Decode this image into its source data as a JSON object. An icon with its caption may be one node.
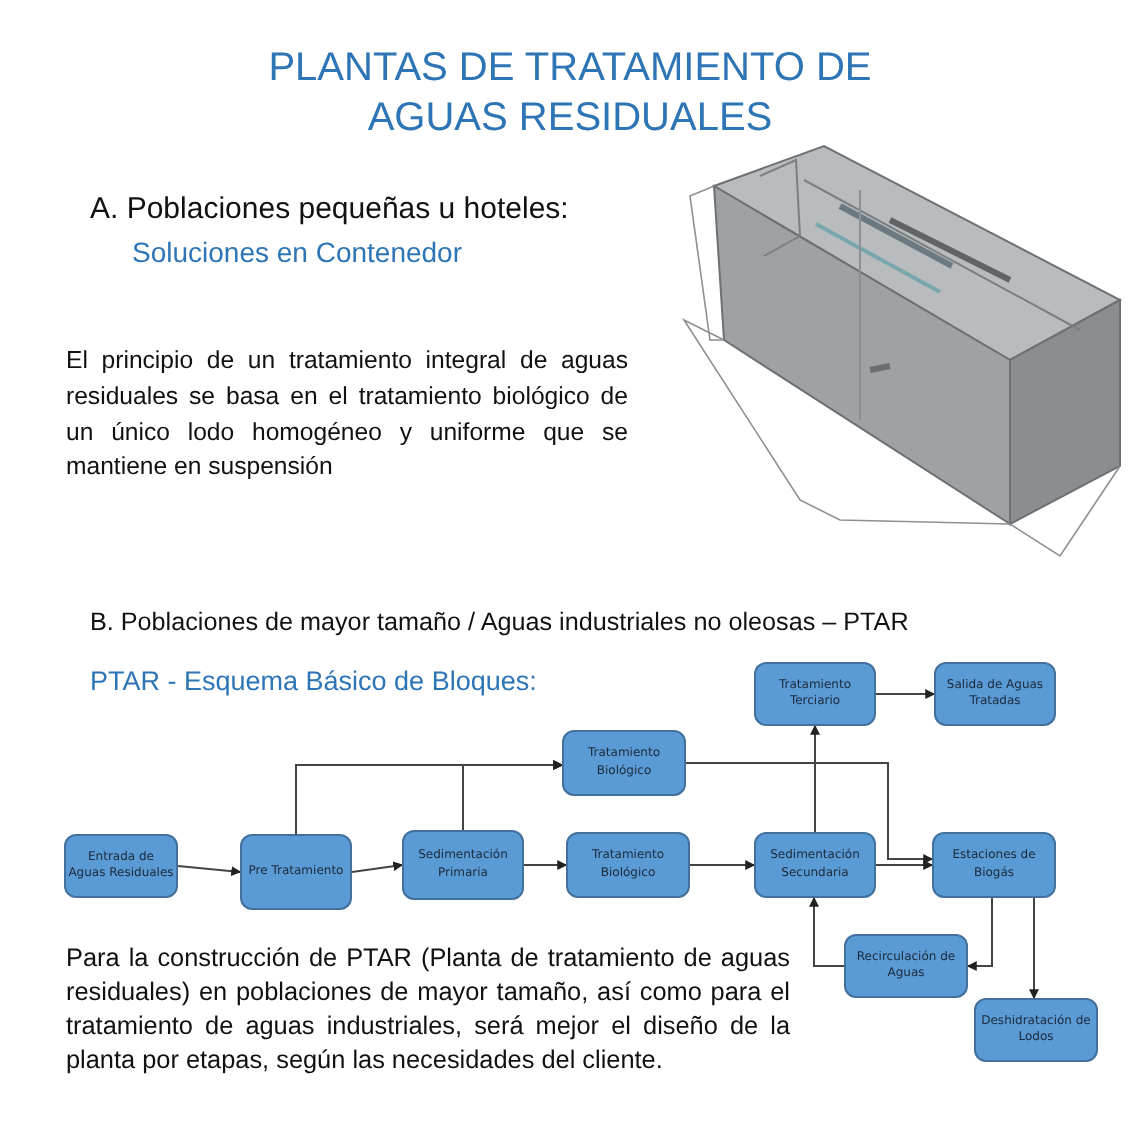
{
  "diagram": {
    "title": "PLANTAS DE TRATAMIENTO DE AGUAS RESIDUALES",
    "nodes": [
      {
        "text": [
          "Entrada de Aguas Residuales"
        ]
      },
      {
        "text": [
          "Pre Tratamiento"
        ]
      },
      {
        "text": [
          "Sedimentación Primaria"
        ]
      },
      {
        "text": [
          "Tratamiento Biológico"
        ]
      },
      {
        "text": [
          "Tratamiento Biológico"
        ]
      },
      {
        "text": [
          "Tratamiento Terciario"
        ]
      },
      {
        "text": [
          "Salida de Aguas Tratadas"
        ]
      },
      {
        "text": [
          "Sedimentación Secundaria"
        ]
      },
      {
        "text": [
          "Estaciones de Biogás"
        ]
      },
      {
        "text": [
          "Recirculación de Aguas"
        ]
      },
      {
        "text": [
          "Deshidratación de Lodos"
        ]
      }
    ],
    "edges": [
      {
        "from": 0,
        "to": 1,
        "arrow": "to"
      },
      {
        "from": 1,
        "to": 2,
        "arrow": "to"
      },
      {
        "from": 2,
        "to": 4,
        "arrow": "to"
      },
      {
        "from": 4,
        "to": 7,
        "arrow": "to"
      },
      {
        "from": 7,
        "to": 8,
        "arrow": "to"
      },
      {
        "from": 7,
        "to": 5,
        "arrow": "to"
      },
      {
        "from": 5,
        "to": 6,
        "arrow": "to"
      },
      {
        "from": 1,
        "to": 3,
        "arrow": "to"
      },
      {
        "from": 2,
        "to": 3,
        "arrow": "to"
      },
      {
        "from": 3,
        "to": 8,
        "arrow": "to"
      },
      {
        "from": 8,
        "to": 9,
        "arrow": "to"
      },
      {
        "from": 9,
        "to": 7,
        "arrow": "to"
      },
      {
        "from": 8,
        "to": 10,
        "arrow": "to"
      }
    ],
    "labels": [
      "A.  Poblaciones pequeñas u hoteles:",
      "Soluciones en Contenedor",
      "El principio de un tratamiento integral de aguas residuales se basa en el tratamiento biológico de un único lodo homogéneo y uniforme que se mantiene en suspensión",
      "B. Poblaciones de mayor tamaño / Aguas industriales no oleosas – PTAR",
      "PTAR - Esquema Básico de Bloques:",
      "Para la construcción de PTAR (Planta de tratamiento de aguas residuales) en poblaciones de  mayor tamaño, así como para el tratamiento de aguas industriales, será mejor el diseño de la planta por etapas, según las necesidades del cliente."
    ]
  }
}
